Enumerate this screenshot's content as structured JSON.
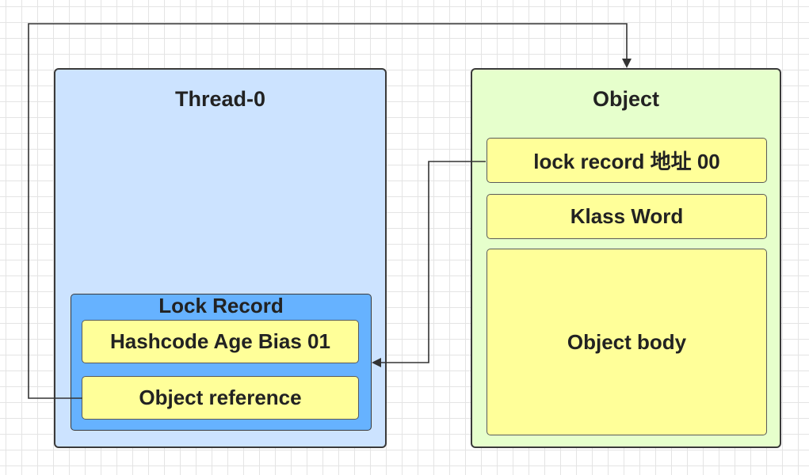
{
  "thread": {
    "title": "Thread-0",
    "lock_record": {
      "title": "Lock Record",
      "mark_word": "Hashcode Age Bias 01",
      "object_reference": "Object reference"
    }
  },
  "object": {
    "title": "Object",
    "mark_word": "lock record 地址 00",
    "klass_word": "Klass Word",
    "body": "Object body"
  },
  "colors": {
    "thread_bg": "#cce3ff",
    "lock_record_bg": "#66b2ff",
    "object_bg": "#e6ffcc",
    "field_bg": "#ffff99",
    "connector": "#333333"
  }
}
